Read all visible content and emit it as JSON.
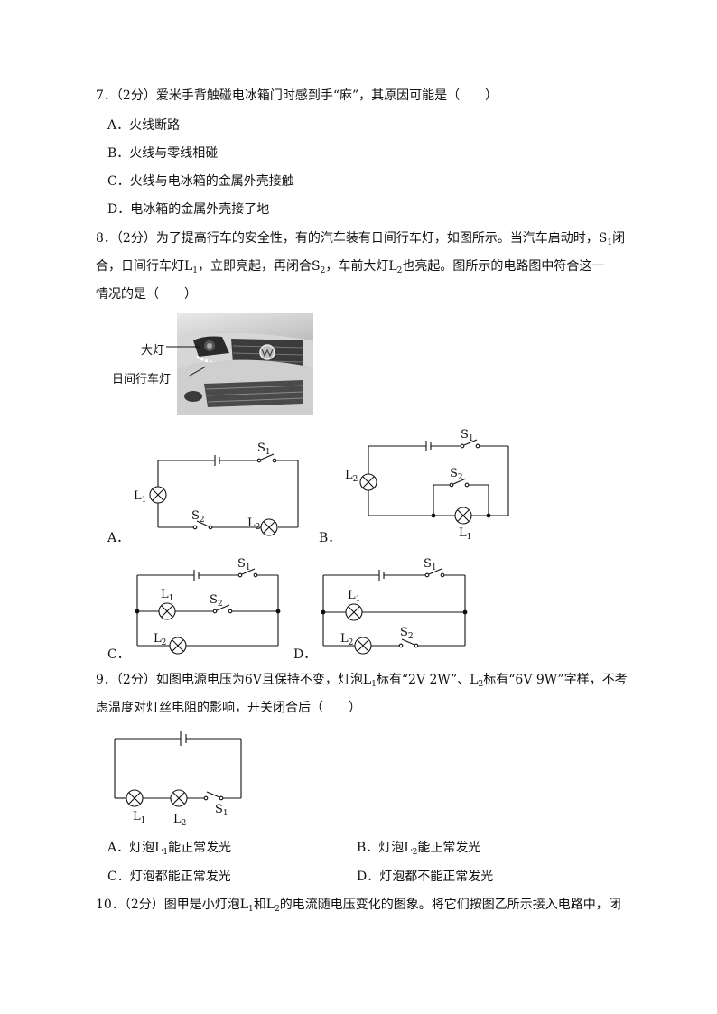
{
  "q7": {
    "stem": "7．（2分）爱米手背触碰电冰箱门时感到手“麻”，其原因可能是（　　）",
    "options": [
      "A．火线断路",
      "B．火线与零线相碰",
      "C．火线与电冰箱的金属外壳接触",
      "D．电冰箱的金属外壳接了地"
    ]
  },
  "q8": {
    "line1_a": "8．（2分）为了提高行车的安全性，有的汽车装有日间行车灯，如图所示。当汽车启动时，S",
    "line1_b": "闭",
    "line2_a": "合，日间行车灯L",
    "line2_b": "，立即亮起，再闭合S",
    "line2_c": "，车前大灯L",
    "line2_d": "也亮起。图所示的电路图中符合这一",
    "line3": "情况的是（　　）",
    "photo_label_headlight": "大灯",
    "photo_label_drl": "日间行车灯",
    "option_labels": [
      "A．",
      "B．",
      "C．",
      "D．"
    ]
  },
  "q9": {
    "line1_a": "9．（2分）如图电源电压为6V且保持不变，灯泡L",
    "line1_b": "标有“2V 2W”、L",
    "line1_c": "标有“6V 9W”字样，不考",
    "line2": "虑温度对灯丝电阻的影响，开关闭合后（　　）",
    "opt_a_1": "A．灯泡L",
    "opt_a_2": "能正常发光",
    "opt_b_1": "B．灯泡L",
    "opt_b_2": "能正常发光",
    "opt_c": "C．灯泡都能正常发光",
    "opt_d": "D．灯泡都不能正常发光"
  },
  "q10": {
    "line1_a": "10．（2分）图甲是小灯泡L",
    "line1_b": "和L",
    "line1_c": "的电流随电压变化的图象。将它们按图乙所示接入电路中，闭"
  },
  "labels": {
    "L": "L",
    "S": "S",
    "one": "1",
    "two": "2"
  }
}
